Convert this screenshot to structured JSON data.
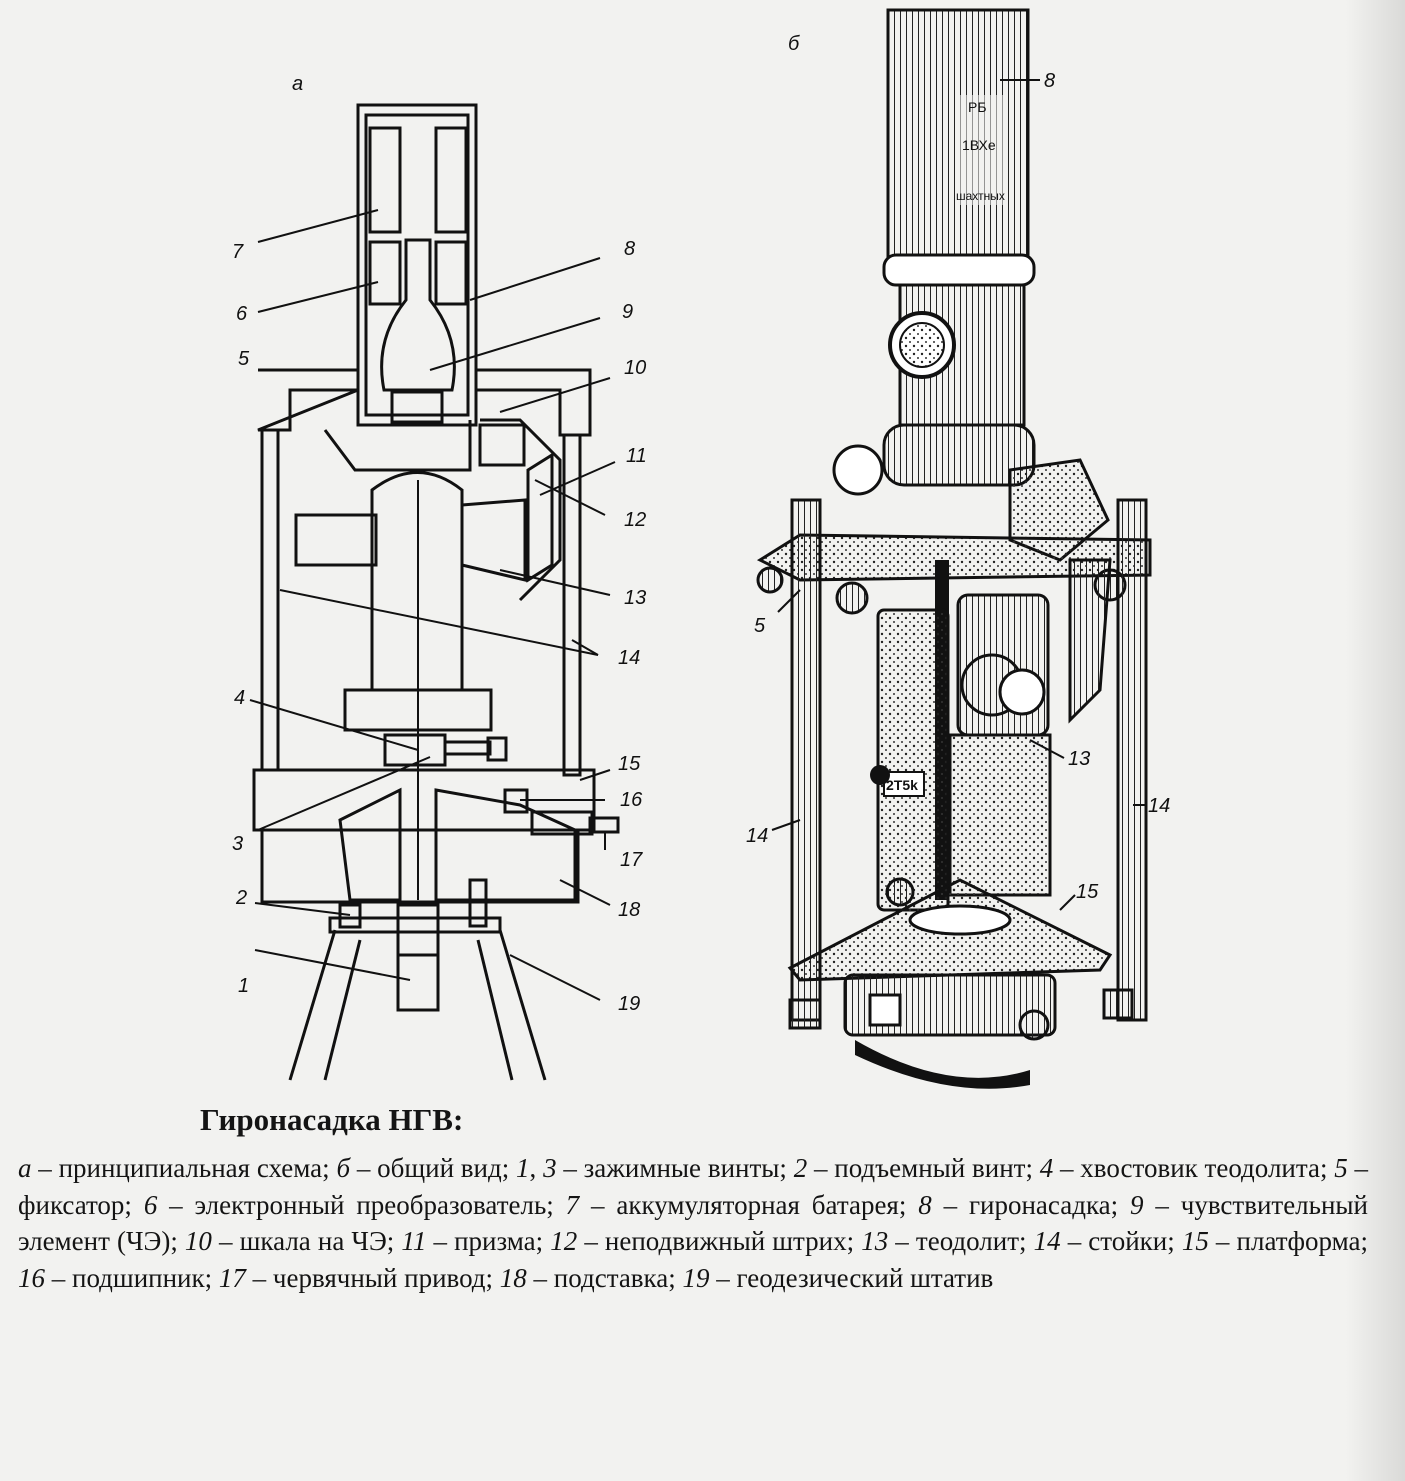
{
  "figure": {
    "panel_a_label": "а",
    "panel_b_label": "б",
    "callouts_a": [
      "1",
      "2",
      "3",
      "4",
      "5",
      "6",
      "7",
      "8",
      "9",
      "10",
      "11",
      "12",
      "13",
      "14",
      "15",
      "16",
      "17",
      "18",
      "19"
    ],
    "callouts_b": [
      "8",
      "5",
      "13",
      "14",
      "14",
      "15"
    ],
    "tube_text": {
      "line1": "РБ",
      "line2": "1ВХе",
      "line3": "шахтных"
    },
    "theodolite_text": "2T5k"
  },
  "caption": {
    "title": "Гиронасадка НГВ:",
    "items": [
      {
        "key": "а",
        "sep": " – ",
        "text": "принципиальная схема; "
      },
      {
        "key": "б",
        "sep": " – ",
        "text": "общий вид; "
      },
      {
        "key": "1",
        "sep": ", ",
        "text": ""
      },
      {
        "key": "3",
        "sep": " – ",
        "text": "зажимные винты; "
      },
      {
        "key": "2",
        "sep": " – ",
        "text": "подъемный винт; "
      },
      {
        "key": "4",
        "sep": " – ",
        "text": "хвостовик теодолита; "
      },
      {
        "key": "5",
        "sep": " – ",
        "text": "фиксатор; "
      },
      {
        "key": "6",
        "sep": " – ",
        "text": "электронный преобразователь; "
      },
      {
        "key": "7",
        "sep": " – ",
        "text": "аккумуляторная батарея; "
      },
      {
        "key": "8",
        "sep": " – ",
        "text": "гиронасадка; "
      },
      {
        "key": "9",
        "sep": " – ",
        "text": "чувствительный элемент (ЧЭ); "
      },
      {
        "key": "10",
        "sep": " – ",
        "text": "шкала на ЧЭ; "
      },
      {
        "key": "11",
        "sep": " – ",
        "text": "призма; "
      },
      {
        "key": "12",
        "sep": " – ",
        "text": "неподвижный штрих; "
      },
      {
        "key": "13",
        "sep": " – ",
        "text": "теодолит; "
      },
      {
        "key": "14",
        "sep": " – ",
        "text": "стойки; "
      },
      {
        "key": "15",
        "sep": " – ",
        "text": "платформа; "
      },
      {
        "key": "16",
        "sep": " – ",
        "text": "подшипник; "
      },
      {
        "key": "17",
        "sep": " – ",
        "text": "червячный привод; "
      },
      {
        "key": "18",
        "sep": " – ",
        "text": "подставка; "
      },
      {
        "key": "19",
        "sep": " – ",
        "text": "геодезический штатив"
      }
    ]
  }
}
